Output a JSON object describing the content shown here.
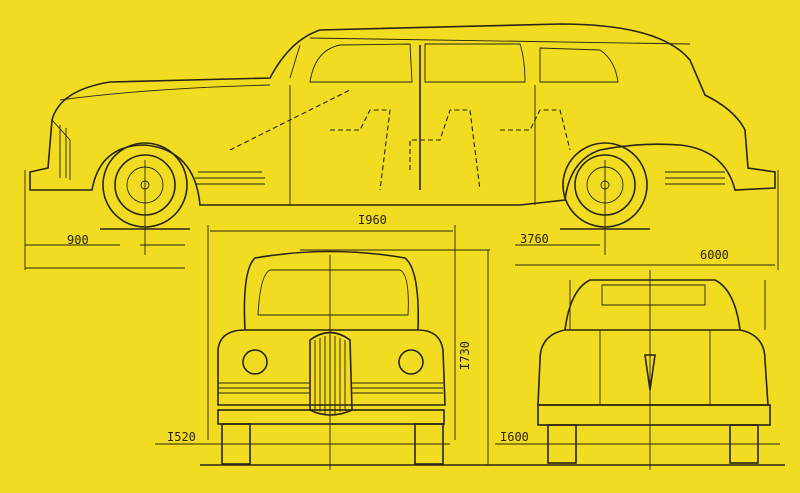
{
  "drawing": {
    "colors": {
      "paper": "#f2dc22",
      "ink": "#2a2410"
    },
    "dimensions": {
      "front_overhang": "900",
      "overall_width": "I960",
      "wheelbase": "3760",
      "overall_length": "6000",
      "overall_height": "I730",
      "front_track": "I520",
      "rear_track": "I600"
    }
  }
}
